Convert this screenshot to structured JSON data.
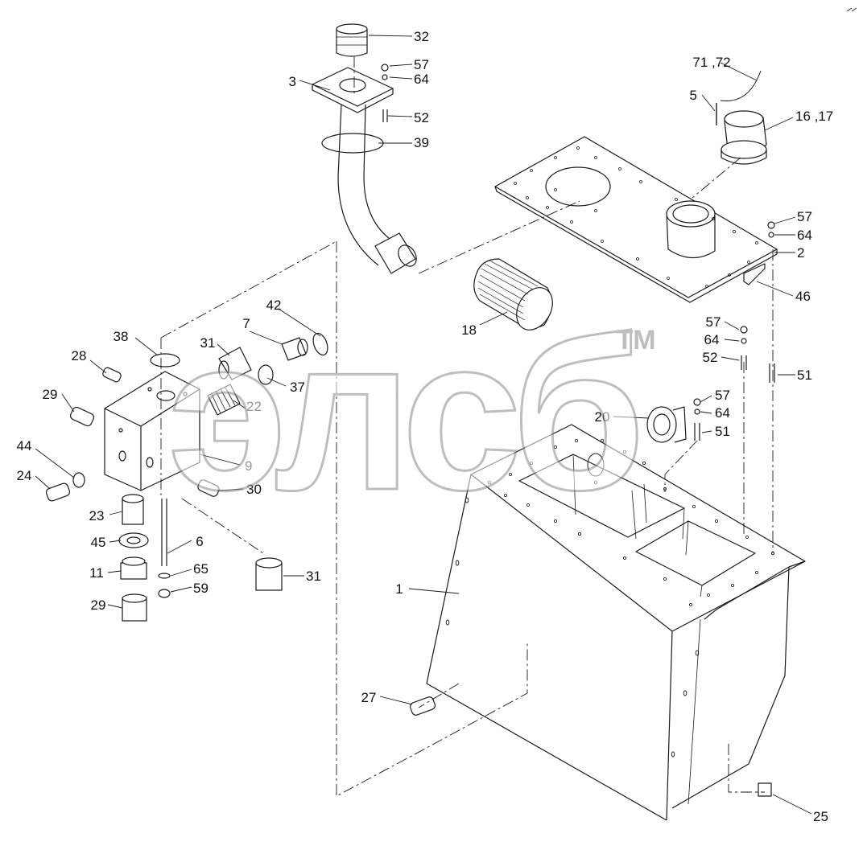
{
  "watermark": {
    "brand": "элсб",
    "trademark": "TM"
  },
  "callouts": [
    {
      "id": "c32",
      "label": "32"
    },
    {
      "id": "c57a",
      "label": "57"
    },
    {
      "id": "c3",
      "label": "3"
    },
    {
      "id": "c64a",
      "label": "64"
    },
    {
      "id": "c52a",
      "label": "52"
    },
    {
      "id": "c39",
      "label": "39"
    },
    {
      "id": "c7172",
      "label": "71 ,72"
    },
    {
      "id": "c5",
      "label": "5"
    },
    {
      "id": "c1617",
      "label": "16 ,17"
    },
    {
      "id": "c57b",
      "label": "57"
    },
    {
      "id": "c64b",
      "label": "64"
    },
    {
      "id": "c2",
      "label": "2"
    },
    {
      "id": "c46",
      "label": "46"
    },
    {
      "id": "c18",
      "label": "18"
    },
    {
      "id": "c42",
      "label": "42"
    },
    {
      "id": "c38",
      "label": "38"
    },
    {
      "id": "c7",
      "label": "7"
    },
    {
      "id": "c31a",
      "label": "31"
    },
    {
      "id": "c28",
      "label": "28"
    },
    {
      "id": "c37",
      "label": "37"
    },
    {
      "id": "c29a",
      "label": "29"
    },
    {
      "id": "c22",
      "label": "22"
    },
    {
      "id": "c44",
      "label": "44"
    },
    {
      "id": "c9",
      "label": "9"
    },
    {
      "id": "c24",
      "label": "24"
    },
    {
      "id": "c30",
      "label": "30"
    },
    {
      "id": "c23",
      "label": "23"
    },
    {
      "id": "c6",
      "label": "6"
    },
    {
      "id": "c45",
      "label": "45"
    },
    {
      "id": "c65",
      "label": "65"
    },
    {
      "id": "c11",
      "label": "11"
    },
    {
      "id": "c59",
      "label": "59"
    },
    {
      "id": "c29b",
      "label": "29"
    },
    {
      "id": "c31b",
      "label": "31"
    },
    {
      "id": "c57c",
      "label": "57"
    },
    {
      "id": "c64c",
      "label": "64"
    },
    {
      "id": "c52b",
      "label": "52"
    },
    {
      "id": "c51a",
      "label": "51"
    },
    {
      "id": "c57d",
      "label": "57"
    },
    {
      "id": "c20",
      "label": "20"
    },
    {
      "id": "c64d",
      "label": "64"
    },
    {
      "id": "c51b",
      "label": "51"
    },
    {
      "id": "c1",
      "label": "1"
    },
    {
      "id": "c27",
      "label": "27"
    },
    {
      "id": "c25",
      "label": "25"
    }
  ]
}
